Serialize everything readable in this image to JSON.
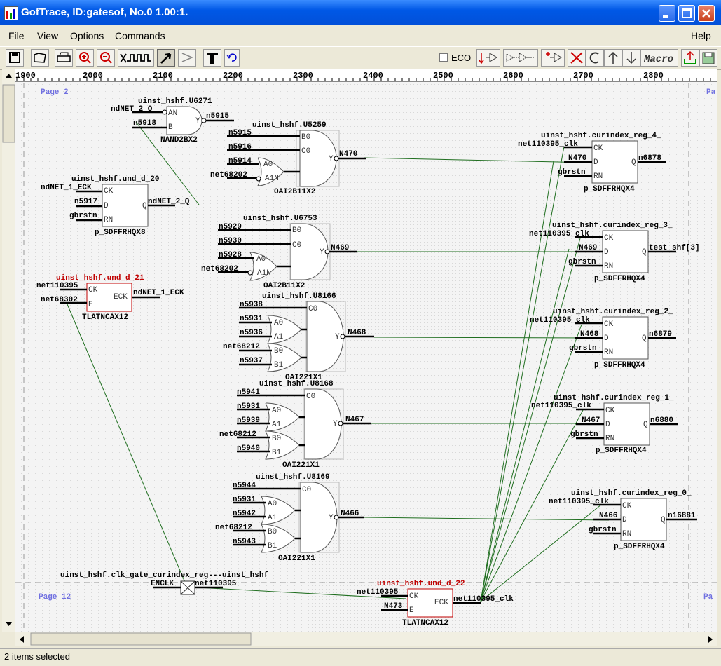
{
  "window": {
    "title": "GofTrace, ID:gatesof, No.0 1.00:1."
  },
  "menu": {
    "file": "File",
    "view": "View",
    "options": "Options",
    "commands": "Commands",
    "help": "Help"
  },
  "toolbar": {
    "eco_label": "ECO",
    "eco_checked": false,
    "macro_label": "Macro",
    "left_icons": [
      "save-icon",
      "open-icon",
      "print-icon",
      "zoom-in-icon",
      "zoom-out-icon",
      "waveform-icon",
      "select-arrow-icon",
      "move-arrow-icon",
      "text-icon",
      "undo-icon"
    ],
    "right_icons": [
      "trace-back-icon",
      "trace-forward-icon",
      "trace-add-icon",
      "delete-icon",
      "refresh-icon",
      "up-icon",
      "down-icon",
      "macro-icon",
      "export-icon",
      "save-disk-icon"
    ]
  },
  "ruler": {
    "ticks": [
      "1900",
      "2000",
      "2100",
      "2200",
      "2300",
      "2400",
      "2500",
      "2600",
      "2700",
      "2800"
    ]
  },
  "pages": {
    "p2": "Page 2",
    "p12": "Page 12",
    "edge_top": "Pa",
    "edge_bottom": "Pa"
  },
  "cells": [
    {
      "inst": "uinst_hshf.U6271",
      "type": "NAND2BX2",
      "pins": [
        "AN",
        "B",
        "Y"
      ],
      "nets": [
        "ndNET_2_Q",
        "n5918",
        "n5915"
      ]
    },
    {
      "inst": "uinst_hshf.U5259",
      "type": "OAI2B11X2",
      "pins": [
        "B0",
        "C0",
        "A0",
        "A1N",
        "Y"
      ],
      "nets": [
        "n5915",
        "n5916",
        "n5914",
        "net68202",
        "N470"
      ]
    },
    {
      "inst": "uinst_hshf.und_d_20",
      "type": "p_SDFFRHQX8",
      "pins": [
        "CK",
        "D",
        "RN",
        "Q"
      ],
      "nets": [
        "ndNET_1_ECK",
        "n5917",
        "gbrstn",
        "ndNET_2_Q"
      ]
    },
    {
      "inst": "uinst_hshf.und_d_21",
      "type": "TLATNCAX12",
      "pins": [
        "CK",
        "E",
        "ECK"
      ],
      "nets": [
        "net110395",
        "net68302",
        "ndNET_1_ECK"
      ]
    },
    {
      "inst": "uinst_hshf.U6753",
      "type": "OAI2B11X2",
      "pins": [
        "B0",
        "C0",
        "A0",
        "A1N",
        "Y"
      ],
      "nets": [
        "n5929",
        "n5930",
        "n5928",
        "net68202",
        "N469"
      ]
    },
    {
      "inst": "uinst_hshf.U8166",
      "type": "OAI221X1",
      "pins": [
        "C0",
        "A0",
        "A1",
        "B0",
        "B1",
        "Y"
      ],
      "nets": [
        "n5938",
        "n5931",
        "n5936",
        "net68212",
        "n5937",
        "N468"
      ]
    },
    {
      "inst": "uinst_hshf.U8168",
      "type": "OAI221X1",
      "pins": [
        "C0",
        "A0",
        "A1",
        "B0",
        "B1",
        "Y"
      ],
      "nets": [
        "n5941",
        "n5931",
        "n5939",
        "net68212",
        "n5940",
        "N467"
      ]
    },
    {
      "inst": "uinst_hshf.U8169",
      "type": "OAI221X1",
      "pins": [
        "C0",
        "A0",
        "A1",
        "B0",
        "B1",
        "Y"
      ],
      "nets": [
        "n5944",
        "n5931",
        "n5942",
        "net68212",
        "n5943",
        "N466"
      ]
    },
    {
      "inst": "uinst_hshf.curindex_reg_4_",
      "type": "p_SDFFRHQX4",
      "pins": [
        "CK",
        "D",
        "RN",
        "Q"
      ],
      "nets": [
        "net110395_clk",
        "N470",
        "gbrstn",
        "n6878"
      ]
    },
    {
      "inst": "uinst_hshf.curindex_reg_3_",
      "type": "p_SDFFRHQX4",
      "pins": [
        "CK",
        "D",
        "RN",
        "Q"
      ],
      "nets": [
        "net110395_clk",
        "N469",
        "gbrstn",
        "test_shf[3]"
      ]
    },
    {
      "inst": "uinst_hshf.curindex_reg_2_",
      "type": "p_SDFFRHQX4",
      "pins": [
        "CK",
        "D",
        "RN",
        "Q"
      ],
      "nets": [
        "net110395_clk",
        "N468",
        "gbrstn",
        "n6879"
      ]
    },
    {
      "inst": "uinst_hshf.curindex_reg_1_",
      "type": "p_SDFFRHQX4",
      "pins": [
        "CK",
        "D",
        "RN",
        "Q"
      ],
      "nets": [
        "net110395_clk",
        "N467",
        "gbrstn",
        "n6880"
      ]
    },
    {
      "inst": "uinst_hshf.curindex_reg_0_",
      "type": "p_SDFFRHQX4",
      "pins": [
        "CK",
        "D",
        "RN",
        "Q"
      ],
      "nets": [
        "net110395_clk",
        "N466",
        "gbrstn",
        "n16881"
      ]
    },
    {
      "inst": "uinst_hshf.und_d_22",
      "type": "TLATNCAX12",
      "pins": [
        "CK",
        "E",
        "ECK"
      ],
      "nets": [
        "net110395",
        "N473",
        "net110395_clk"
      ]
    }
  ],
  "offpage": {
    "label": "uinst_hshf.clk_gate_curindex_reg---uinst_hshf",
    "pin": "ENCLK",
    "net": "net110395"
  },
  "colors": {
    "selected": "#c00000",
    "wire": "#1f6e1f",
    "page_label": "#7070e0"
  },
  "status": {
    "text": "2 items selected"
  }
}
